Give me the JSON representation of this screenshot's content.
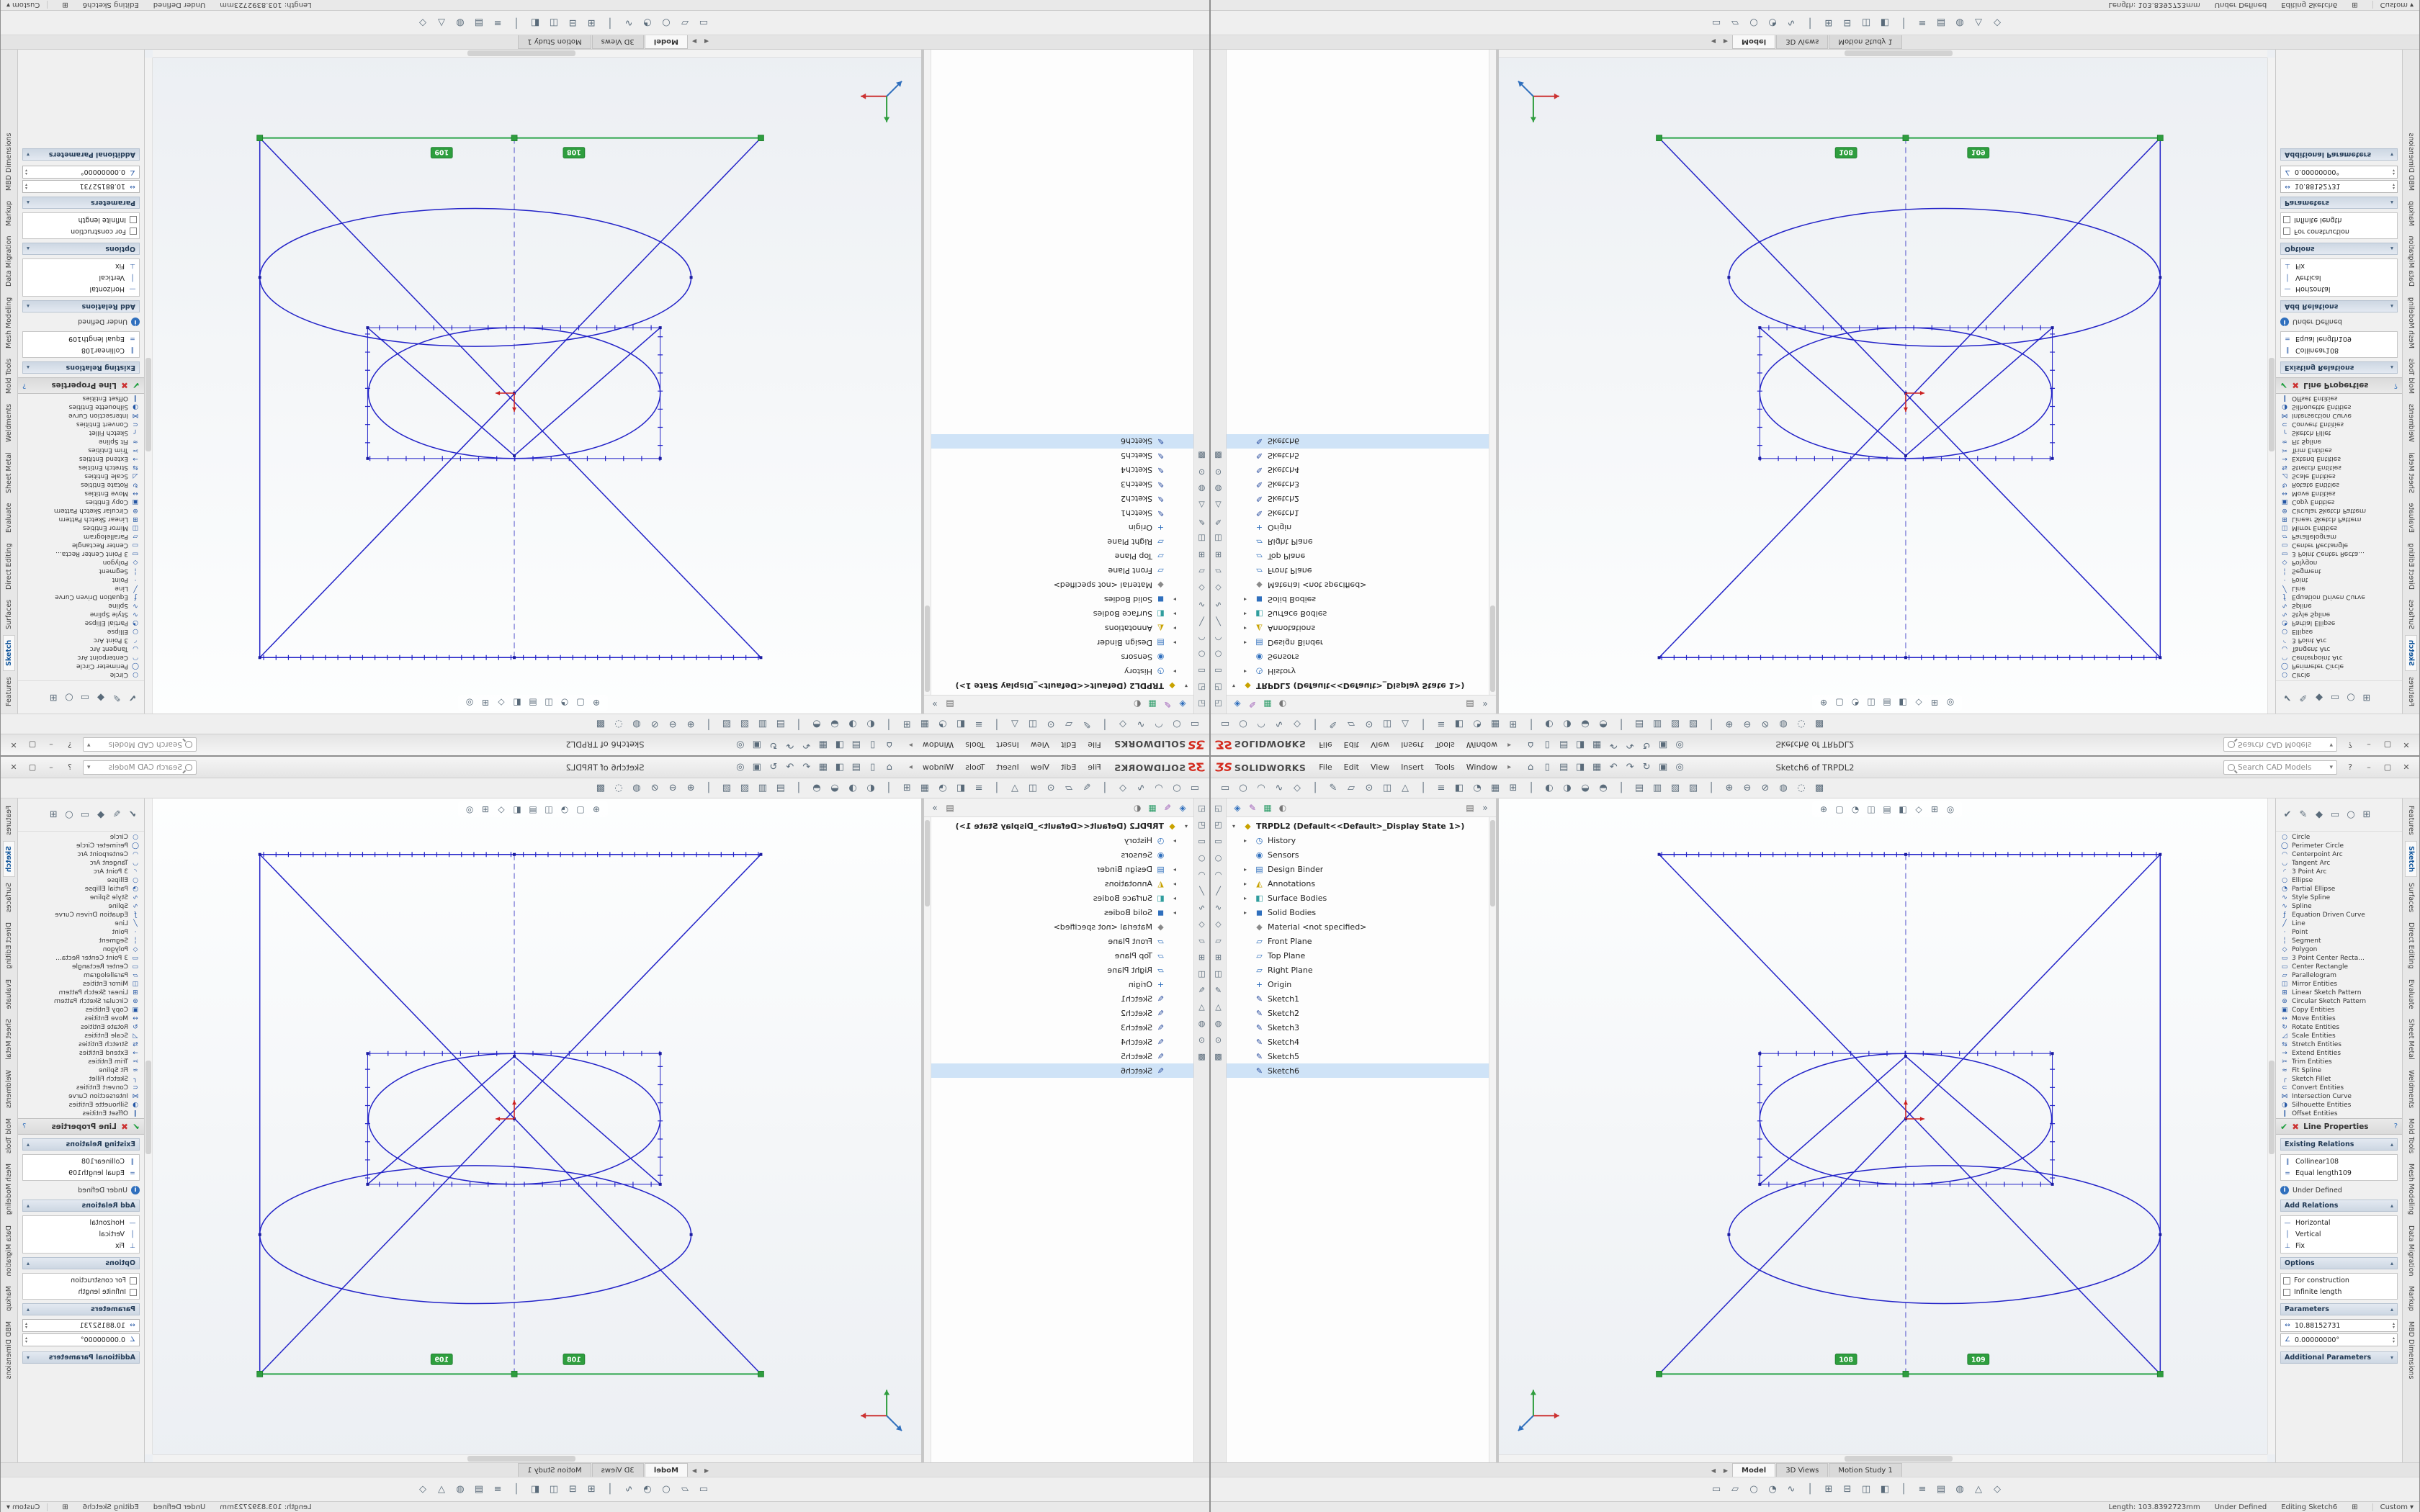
{
  "titlebar": {
    "logo_mark": "ƷS",
    "logo_text": "SOLIDWORKS",
    "menus": [
      "File",
      "Edit",
      "View",
      "Insert",
      "Tools",
      "Window"
    ],
    "menu_pin": "▸",
    "qat_icons": [
      "⌂",
      "▯",
      "▤",
      "◨",
      "▦",
      "↶",
      "↷",
      "↻",
      "▣",
      "◎"
    ],
    "doc_title": "Sketch6 of TRPDL2",
    "search": {
      "placeholder": "Search CAD Models",
      "dropdown_glyph": "▾"
    },
    "buttons": {
      "help": "?",
      "min": "–",
      "max": "▢",
      "close": "✕"
    }
  },
  "toolbar_icons": [
    "▭",
    "○",
    "◠",
    "∿",
    "◇",
    "│",
    "✎",
    "▱",
    "⊙",
    "◫",
    "△",
    "│",
    "≡",
    "◧",
    "◔",
    "▦",
    "⊞",
    "│",
    "◐",
    "◑",
    "◒",
    "◓",
    "│",
    "▤",
    "▥",
    "▧",
    "▨",
    "│",
    "⊕",
    "⊖",
    "⊘",
    "◍",
    "◌",
    "▩"
  ],
  "side_toolbar_icons": [
    "◱",
    "◰",
    "▭",
    "○",
    "◠",
    "╱",
    "∿",
    "◇",
    "▱",
    "⊞",
    "◫",
    "✎",
    "△",
    "◍",
    "⊙",
    "▩"
  ],
  "feature_manager": {
    "header_icons": [
      "◈",
      "✎",
      "▦",
      "◐",
      "▤",
      "»"
    ],
    "tree": [
      {
        "a": "▾",
        "g": "◆",
        "ic": "gold",
        "label": "TRPDL2 (Default<<Default>_Display State 1>)",
        "cls": "root"
      },
      {
        "a": "▸",
        "g": "◷",
        "ic": "blue",
        "label": "History"
      },
      {
        "a": "",
        "g": "◉",
        "ic": "blue",
        "label": "Sensors"
      },
      {
        "a": "▸",
        "g": "▤",
        "ic": "blue",
        "label": "Design Binder"
      },
      {
        "a": "▸",
        "g": "◭",
        "ic": "gold",
        "label": "Annotations"
      },
      {
        "a": "▸",
        "g": "◧",
        "ic": "teal",
        "label": "Surface Bodies"
      },
      {
        "a": "▸",
        "g": "◼",
        "ic": "blue",
        "label": "Solid Bodies"
      },
      {
        "a": "",
        "g": "◆",
        "ic": "gray",
        "label": "Material <not specified>"
      },
      {
        "a": "",
        "g": "▱",
        "ic": "blue",
        "label": "Front Plane"
      },
      {
        "a": "",
        "g": "▱",
        "ic": "blue",
        "label": "Top Plane"
      },
      {
        "a": "",
        "g": "▱",
        "ic": "blue",
        "label": "Right Plane"
      },
      {
        "a": "",
        "g": "+",
        "ic": "blue",
        "label": "Origin"
      },
      {
        "a": "",
        "g": "✎",
        "ic": "navy",
        "label": "Sketch1"
      },
      {
        "a": "",
        "g": "✎",
        "ic": "navy",
        "label": "Sketch2"
      },
      {
        "a": "",
        "g": "✎",
        "ic": "navy",
        "label": "Sketch3"
      },
      {
        "a": "",
        "g": "✎",
        "ic": "navy",
        "label": "Sketch4"
      },
      {
        "a": "",
        "g": "✎",
        "ic": "navy",
        "label": "Sketch5"
      },
      {
        "a": "",
        "g": "✎",
        "ic": "navy",
        "label": "Sketch6",
        "cls": "sel"
      }
    ]
  },
  "graphics": {
    "headsup_icons": [
      "⊕",
      "▢",
      "◔",
      "◫",
      "▤",
      "◧",
      "◇",
      "⊞",
      "◎"
    ],
    "sketch_labels": [
      "108",
      "109"
    ]
  },
  "right_column": {
    "header_icons": [
      "✔",
      "✎",
      "◆",
      "▭",
      "○",
      "⊞"
    ],
    "palette": [
      {
        "g": "○",
        "label": "Circle"
      },
      {
        "g": "◯",
        "label": "Perimeter Circle"
      },
      {
        "g": "◠",
        "label": "Centerpoint Arc"
      },
      {
        "g": "◡",
        "label": "Tangent Arc"
      },
      {
        "g": "◜",
        "label": "3 Point Arc"
      },
      {
        "g": "○",
        "label": "Ellipse"
      },
      {
        "g": "◔",
        "label": "Partial Ellipse"
      },
      {
        "g": "∿",
        "label": "Style Spline"
      },
      {
        "g": "∿",
        "label": "Spline"
      },
      {
        "g": "ƒ",
        "label": "Equation Driven Curve"
      },
      {
        "g": "╱",
        "label": "Line"
      },
      {
        "g": "·",
        "label": "Point"
      },
      {
        "g": "╎",
        "label": "Segment"
      },
      {
        "g": "◇",
        "label": "Polygon"
      },
      {
        "g": "▭",
        "label": "3 Point Center Recta..."
      },
      {
        "g": "▭",
        "label": "Center Rectangle"
      },
      {
        "g": "▱",
        "label": "Parallelogram"
      },
      {
        "g": "◫",
        "label": "Mirror Entities"
      },
      {
        "g": "⊞",
        "label": "Linear Sketch Pattern"
      },
      {
        "g": "⊛",
        "label": "Circular Sketch Pattern"
      },
      {
        "g": "▣",
        "label": "Copy Entities"
      },
      {
        "g": "↔",
        "label": "Move Entities"
      },
      {
        "g": "↻",
        "label": "Rotate Entities"
      },
      {
        "g": "◿",
        "label": "Scale Entities"
      },
      {
        "g": "⇆",
        "label": "Stretch Entities"
      },
      {
        "g": "→",
        "label": "Extend Entities"
      },
      {
        "g": "✂",
        "label": "Trim Entities"
      },
      {
        "g": "≈",
        "label": "Fit Spline"
      },
      {
        "g": "╭",
        "label": "Sketch Fillet"
      },
      {
        "g": "⊂",
        "label": "Convert Entities"
      },
      {
        "g": "⋈",
        "label": "Intersection Curve"
      },
      {
        "g": "◑",
        "label": "Silhouette Entities"
      },
      {
        "g": "∥",
        "label": "Offset Entities"
      }
    ]
  },
  "property_panel": {
    "title": "Line Properties",
    "ok_glyph": "✔",
    "cancel_glyph": "✖",
    "help_glyph": "?",
    "sections": {
      "existing_relations": {
        "label": "Existing Relations",
        "items": [
          {
            "g": "∥",
            "label": "Collinear108"
          },
          {
            "g": "=",
            "label": "Equal length109"
          }
        ]
      },
      "state": "Under Defined",
      "add_relations": {
        "label": "Add Relations",
        "items": [
          {
            "g": "—",
            "label": "Horizontal"
          },
          {
            "g": "│",
            "label": "Vertical"
          },
          {
            "g": "⊥",
            "label": "Fix"
          }
        ]
      },
      "options": {
        "label": "Options",
        "items": [
          {
            "label": "For construction"
          },
          {
            "label": "Infinite length"
          }
        ]
      },
      "parameters": {
        "label": "Parameters",
        "fields": [
          {
            "g": "↔",
            "value": "10.88152731"
          },
          {
            "g": "∠",
            "value": "0.00000000°"
          }
        ]
      },
      "additional": {
        "label": "Additional Parameters"
      }
    }
  },
  "command_tabs": [
    {
      "label": "Features"
    },
    {
      "label": "Sketch",
      "cls": "active"
    },
    {
      "label": "Surfaces"
    },
    {
      "label": "Direct Editing"
    },
    {
      "label": "Evaluate"
    },
    {
      "label": "Sheet Metal"
    },
    {
      "label": "Weldments"
    },
    {
      "label": "Mold Tools"
    },
    {
      "label": "Mesh Modeling"
    },
    {
      "label": "Data Migration"
    },
    {
      "label": "Markup"
    },
    {
      "label": "MBD Dimensions"
    }
  ],
  "doc_tabs": {
    "prev": "◀",
    "next": "▶",
    "tabs": [
      {
        "label": "Model",
        "cls": "active"
      },
      {
        "label": "3D Views"
      },
      {
        "label": "Motion Study 1"
      }
    ]
  },
  "bottom_toolbar_icons": [
    "▭",
    "▱",
    "○",
    "◔",
    "∿",
    "│",
    "⊞",
    "⊟",
    "◫",
    "◧",
    "│",
    "≡",
    "▤",
    "◍",
    "△",
    "◇"
  ],
  "statusbar": {
    "length": "Length: 103.8392723mm",
    "state": "Under Defined",
    "editing": "Editing Sketch6",
    "grid_glyph": "⊞",
    "units": "Custom",
    "units_arrow": "▾"
  },
  "colors": {
    "accent_blue": "#2f6fbd",
    "sketch_blue": "#2323c8",
    "selected_green": "#2e9e3e",
    "logo_red": "#d42b1e"
  }
}
